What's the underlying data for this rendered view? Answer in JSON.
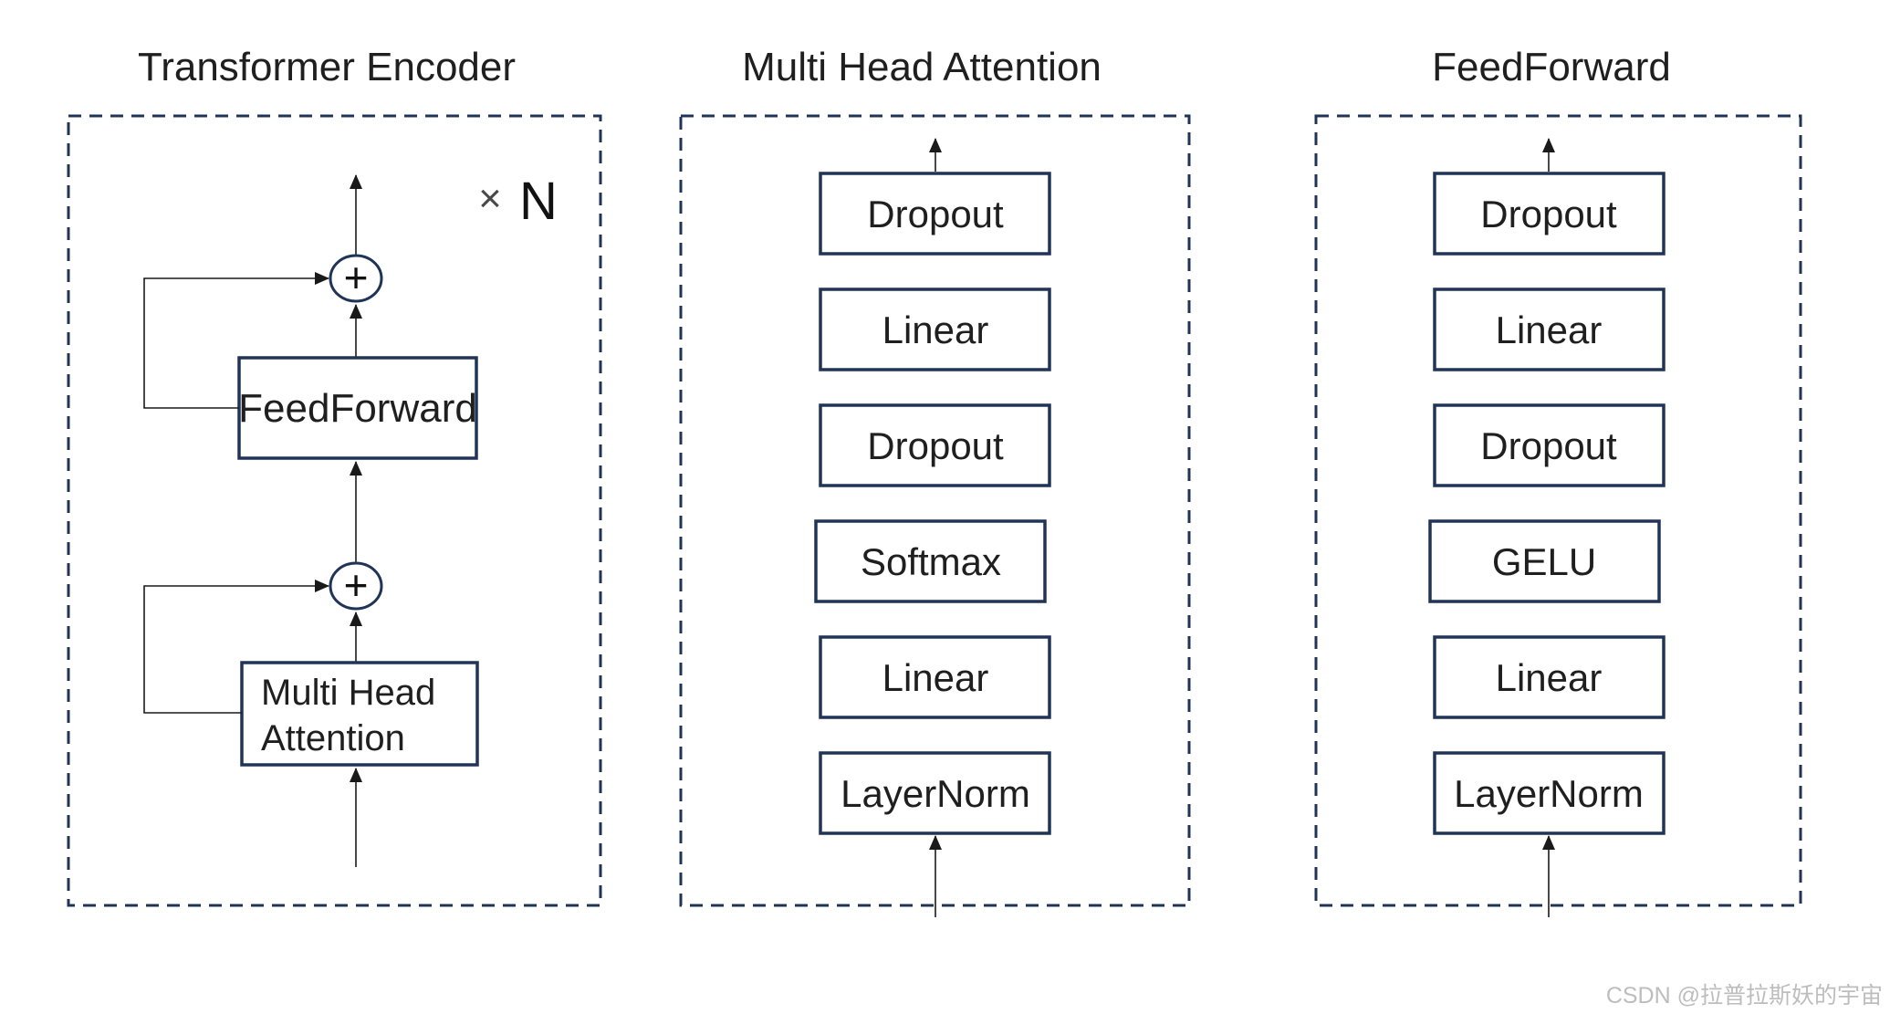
{
  "colors": {
    "accent": "#203457",
    "line": "#1a1a1a",
    "text": "#1f1f1f",
    "muted": "#4a4a4a",
    "watermark": "#bdbdbd"
  },
  "encoder_panel": {
    "title": "Transformer Encoder",
    "multiplier_times": "×",
    "multiplier_n": "N",
    "plus": "+",
    "feedforward_box": "FeedForward",
    "mha_line1": "Multi Head",
    "mha_line2": "Attention"
  },
  "mha_panel": {
    "title": "Multi Head Attention",
    "layers": [
      "Dropout",
      "Linear",
      "Dropout",
      "Softmax",
      "Linear",
      "LayerNorm"
    ]
  },
  "feedforward_panel": {
    "title": "FeedForward",
    "layers": [
      "Dropout",
      "Linear",
      "Dropout",
      "GELU",
      "Linear",
      "LayerNorm"
    ]
  },
  "watermark": "CSDN @拉普拉斯妖的宇宙"
}
